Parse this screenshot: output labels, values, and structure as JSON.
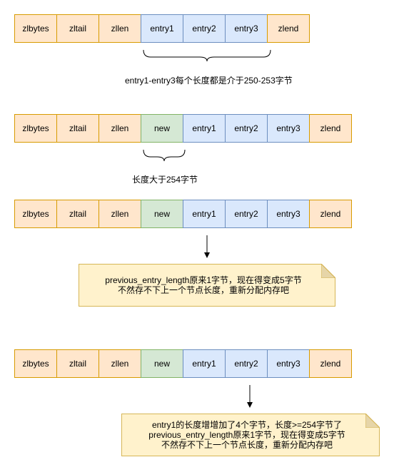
{
  "rows": [
    {
      "cells": [
        {
          "text": "zlbytes",
          "kind": "header"
        },
        {
          "text": "zltail",
          "kind": "header"
        },
        {
          "text": "zllen",
          "kind": "header"
        },
        {
          "text": "entry1",
          "kind": "entry"
        },
        {
          "text": "entry2",
          "kind": "entry"
        },
        {
          "text": "entry3",
          "kind": "entry"
        },
        {
          "text": "zlend",
          "kind": "header"
        }
      ]
    },
    {
      "cells": [
        {
          "text": "zlbytes",
          "kind": "header"
        },
        {
          "text": "zltail",
          "kind": "header"
        },
        {
          "text": "zllen",
          "kind": "header"
        },
        {
          "text": "new",
          "kind": "new"
        },
        {
          "text": "entry1",
          "kind": "entry"
        },
        {
          "text": "entry2",
          "kind": "entry"
        },
        {
          "text": "entry3",
          "kind": "entry"
        },
        {
          "text": "zlend",
          "kind": "header"
        }
      ]
    },
    {
      "cells": [
        {
          "text": "zlbytes",
          "kind": "header"
        },
        {
          "text": "zltail",
          "kind": "header"
        },
        {
          "text": "zllen",
          "kind": "header"
        },
        {
          "text": "new",
          "kind": "new"
        },
        {
          "text": "entry1",
          "kind": "entry"
        },
        {
          "text": "entry2",
          "kind": "entry"
        },
        {
          "text": "entry3",
          "kind": "entry"
        },
        {
          "text": "zlend",
          "kind": "header"
        }
      ]
    },
    {
      "cells": [
        {
          "text": "zlbytes",
          "kind": "header"
        },
        {
          "text": "zltail",
          "kind": "header"
        },
        {
          "text": "zllen",
          "kind": "header"
        },
        {
          "text": "new",
          "kind": "new"
        },
        {
          "text": "entry1",
          "kind": "entry"
        },
        {
          "text": "entry2",
          "kind": "entry"
        },
        {
          "text": "entry3",
          "kind": "entry"
        },
        {
          "text": "zlend",
          "kind": "header"
        }
      ]
    }
  ],
  "brace_labels": {
    "first": "entry1-entry3每个长度都是介于250-253字节",
    "second": "长度大于254字节"
  },
  "notes": {
    "first": {
      "lines": [
        "previous_entry_length原来1字节，现在得变成5字节",
        "不然存不下上一个节点长度，重新分配内存吧"
      ]
    },
    "second": {
      "lines": [
        "entry1的长度增增加了4个字节，长度>=254字节了",
        "previous_entry_length原来1字节，现在得变成5字节",
        "不然存不下上一个节点长度，重新分配内存吧"
      ]
    }
  },
  "colors": {
    "header_fill": "#ffe6cc",
    "entry_fill": "#dae8fc",
    "new_fill": "#d5e8d4",
    "note_fill": "#fff2cc"
  }
}
